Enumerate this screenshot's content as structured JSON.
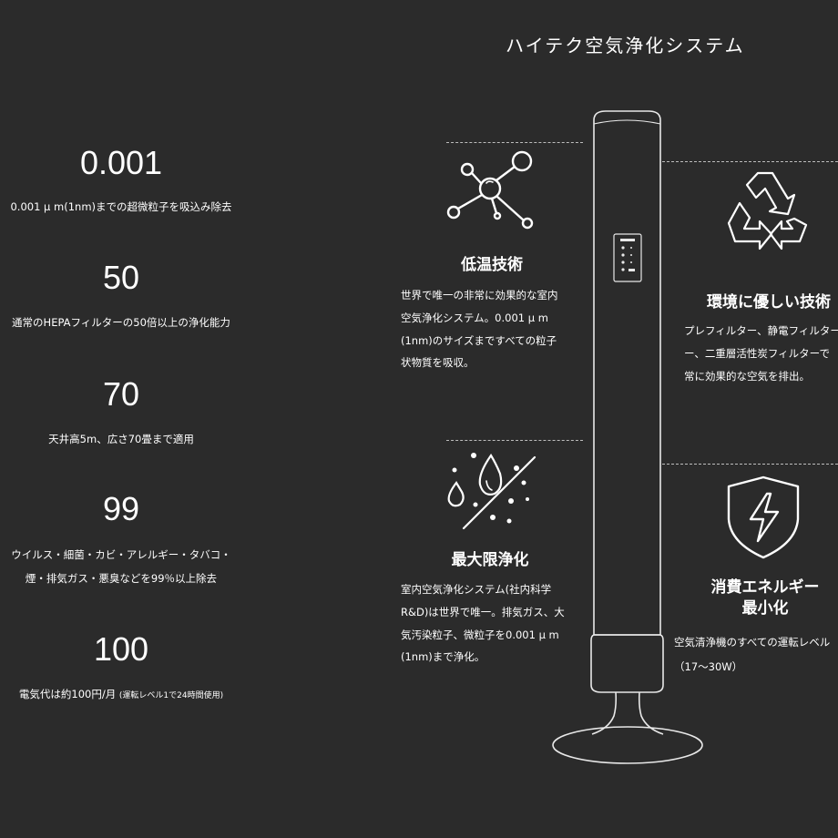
{
  "header": {
    "title": "ハイテク空気浄化システム"
  },
  "stats": [
    {
      "value": "0.001",
      "desc": [
        "0.001 μ m(1nm)までの超微粒子を吸込み除去"
      ]
    },
    {
      "value": "50",
      "desc": [
        "通常のHEPAフィルターの50倍以上の浄化能力"
      ]
    },
    {
      "value": "70",
      "desc": [
        "天井高5m、広さ70畳まで適用"
      ]
    },
    {
      "value": "99",
      "desc": [
        "ウイルス・細菌・カビ・アレルギー・タバコ・",
        "煙・排気ガス・悪臭などを99％以上除去"
      ]
    },
    {
      "value": "100",
      "desc_main": "電気代は約100円/月",
      "desc_note": "(運転レベル1で24時間使用)"
    }
  ],
  "features": {
    "low_temp": {
      "icon": "molecule-icon",
      "title": "低温技術",
      "body": [
        "世界で唯一の非常に効果的な室内",
        "空気浄化システム。0.001 μ m",
        "(1nm)のサイズまですべての粒子",
        "状物質を吸収。"
      ]
    },
    "eco": {
      "icon": "recycle-icon",
      "title": "環境に優しい技術",
      "body": [
        "プレフィルター、静電フィルター",
        "ー、二重層活性炭フィルターで",
        "常に効果的な空気を排出。"
      ]
    },
    "max_purify": {
      "icon": "drops-icon",
      "title": "最大限浄化",
      "body": [
        "室内空気浄化システム(社内科学",
        "R&D)は世界で唯一。排気ガス、大",
        "気汚染粒子、微粒子を0.001 μ m",
        "(1nm)まで浄化。"
      ]
    },
    "energy": {
      "icon": "shield-bolt-icon",
      "title_lines": [
        "消費エネルギー",
        "最小化"
      ],
      "body": [
        "空気清浄機のすべての運転レベル",
        "（17～30W）"
      ]
    }
  }
}
